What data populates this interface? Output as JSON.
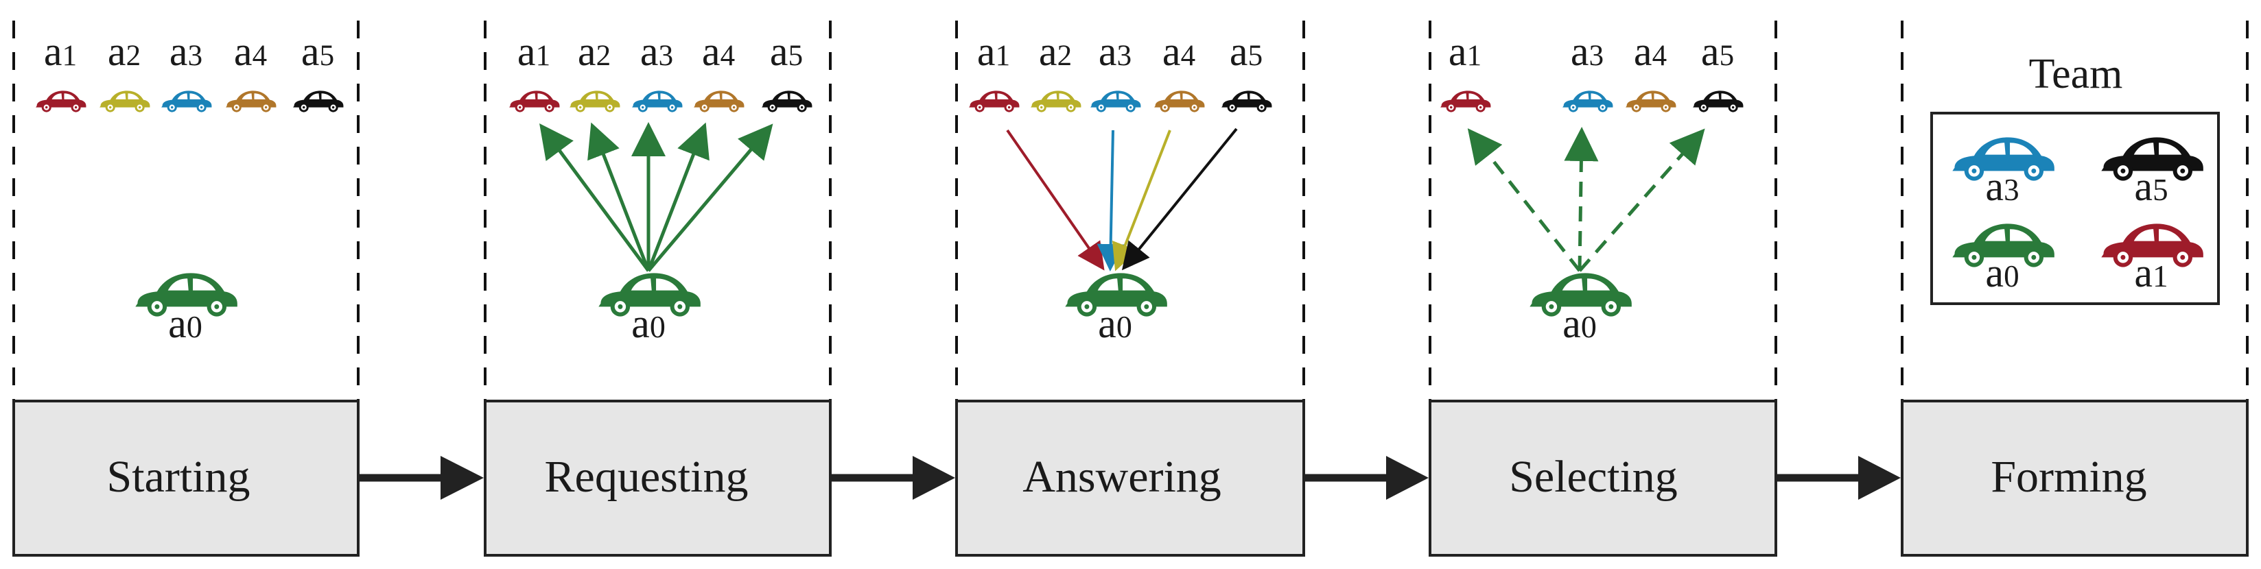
{
  "colors": {
    "red": "#9e1c2a",
    "yellow": "#b8b02a",
    "blue": "#1b83b8",
    "orange": "#b0762a",
    "black": "#111111",
    "green": "#2a7a3a",
    "box_fill": "#e6e6e6",
    "arrow": "#222222"
  },
  "stages": [
    {
      "label": "Starting"
    },
    {
      "label": "Requesting"
    },
    {
      "label": "Answering"
    },
    {
      "label": "Selecting"
    },
    {
      "label": "Forming"
    }
  ],
  "agents": {
    "a1": {
      "letter": "a",
      "sub": "1",
      "color": "red"
    },
    "a2": {
      "letter": "a",
      "sub": "2",
      "color": "yellow"
    },
    "a3": {
      "letter": "a",
      "sub": "3",
      "color": "blue"
    },
    "a4": {
      "letter": "a",
      "sub": "4",
      "color": "orange"
    },
    "a5": {
      "letter": "a",
      "sub": "5",
      "color": "black"
    },
    "a0": {
      "letter": "a",
      "sub": "0",
      "color": "green"
    }
  },
  "team": {
    "title": "Team",
    "members": [
      "a3",
      "a5",
      "a0",
      "a1"
    ]
  }
}
